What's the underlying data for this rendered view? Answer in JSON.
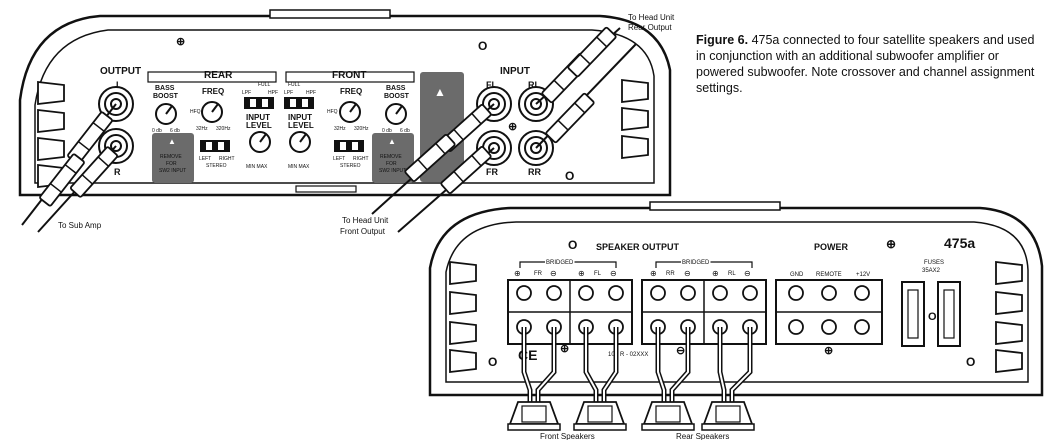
{
  "caption": {
    "figure_label": "Figure 6.",
    "text": "475a connected to four satellite speakers and used in conjunction with an additional subwoofer amplifier or powered subwoofer. Note crossover and channel assignment settings."
  },
  "top_panel": {
    "output_title": "OUTPUT",
    "output_l": "L",
    "output_r": "R",
    "rear_title": "REAR",
    "front_title": "FRONT",
    "bass_boost": [
      "BASS",
      "BOOST"
    ],
    "bass_range": [
      "0 db",
      "6 db"
    ],
    "freq": "FREQ",
    "freq_range": [
      "32Hz",
      "320Hz"
    ],
    "freq_mid": "HFQ",
    "crossover": [
      "FULL",
      "LPF",
      "HPF"
    ],
    "input_level": [
      "INPUT",
      "LEVEL"
    ],
    "level_range": "MIN MAX",
    "remove_plate": [
      "REMOVE",
      "FOR",
      "SW2 INPUT"
    ],
    "stereo_switch": [
      "LEFT",
      "RIGHT",
      "STEREO"
    ],
    "input_title": "INPUT",
    "input_labels": [
      "FL",
      "FR",
      "RL",
      "RR"
    ]
  },
  "bottom_panel": {
    "model": "475a",
    "speaker_output_title": "SPEAKER OUTPUT",
    "bridged": "BRIDGED",
    "terminals_front": [
      "FR",
      "FL"
    ],
    "terminals_rear": [
      "RR",
      "RL"
    ],
    "power_title": "POWER",
    "power_terminals": [
      "GND",
      "REMOTE",
      "+12V"
    ],
    "fuse_label": [
      "FUSES",
      "35AX2"
    ],
    "serial": "10 - R - 02XXX",
    "ce_mark": "CE"
  },
  "callouts": {
    "head_unit_rear": [
      "To Head Unit",
      "Rear Output"
    ],
    "head_unit_front": [
      "To Head Unit",
      "Front Output"
    ],
    "sub_amp": "To Sub Amp",
    "front_speakers": "Front Speakers",
    "rear_speakers": "Rear Speakers"
  }
}
